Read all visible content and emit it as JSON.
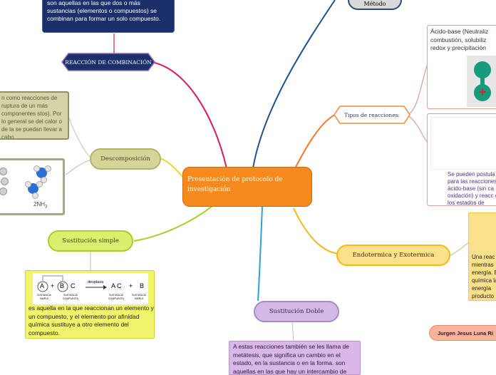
{
  "central": {
    "title": "Presentación de protocolo de investigación"
  },
  "top_cut": {
    "label": "Método"
  },
  "combinacion": {
    "label": "REACCIÓN DE COMBINACIÓN",
    "text": "son aquellas en las que dos o más sustancias (elementos o compuestos) se combinan para formar un solo compuesto."
  },
  "descomposicion": {
    "label": "Descomposición",
    "text": "n como reacciones de ruptura de un más componentes stos). Por lo general se del calor o de la se puedan llevar a cabo.",
    "image_labels": [
      "2NH",
      "3"
    ]
  },
  "sustitucion_simple": {
    "label": "Sustitución simple",
    "text": "es aquella en la que reaccionan un elemento y un compuesto, y el elemento por afinidad química sustituye a otro elemento del compuesto.",
    "diagram": {
      "terms": [
        "A",
        "+",
        "B",
        "C",
        "A C",
        "+",
        "B"
      ],
      "arrow_label": "desplaza",
      "captions": [
        "SUSTANCIA SIMPLE",
        "SUSTANCIA COMPUESTA",
        "SUSTANCIA COMPUESTA",
        "SUSTANCIA SIMPLE"
      ]
    }
  },
  "sustitucion_doble": {
    "label": "Sustitución Doble",
    "text": "A estas reacciones también se les llama de metátesis, que significa un cambio en el estado, en la sustancia o en la forma. son aquellas en las que hay un intercambio de"
  },
  "tipos": {
    "label": "Tipos de reacciones:",
    "box1_text": "Ácido-base (Neutraliz combustión, solubiliz redox y precipitación",
    "box2_text": "Se pueden postula para las reacciones ácido-base (sin ca oxidación) y reacc en los estados de"
  },
  "endo": {
    "label": "Endotermica y Exotermica",
    "text": "Una reac mientras energía. E química la energía producto"
  },
  "author": {
    "name": "Jurgen Jesus Luna Ri"
  },
  "colors": {
    "central": "#f68a1e",
    "combinacion": "#1b2f6b",
    "descomposicion": "#d6d496",
    "sustitucion_simple": "#d9ef6e",
    "sustitucion_doble": "#d4b8e6",
    "tipos": "#f08a3a",
    "endo": "#fde08a",
    "author": "#f8b39a"
  }
}
